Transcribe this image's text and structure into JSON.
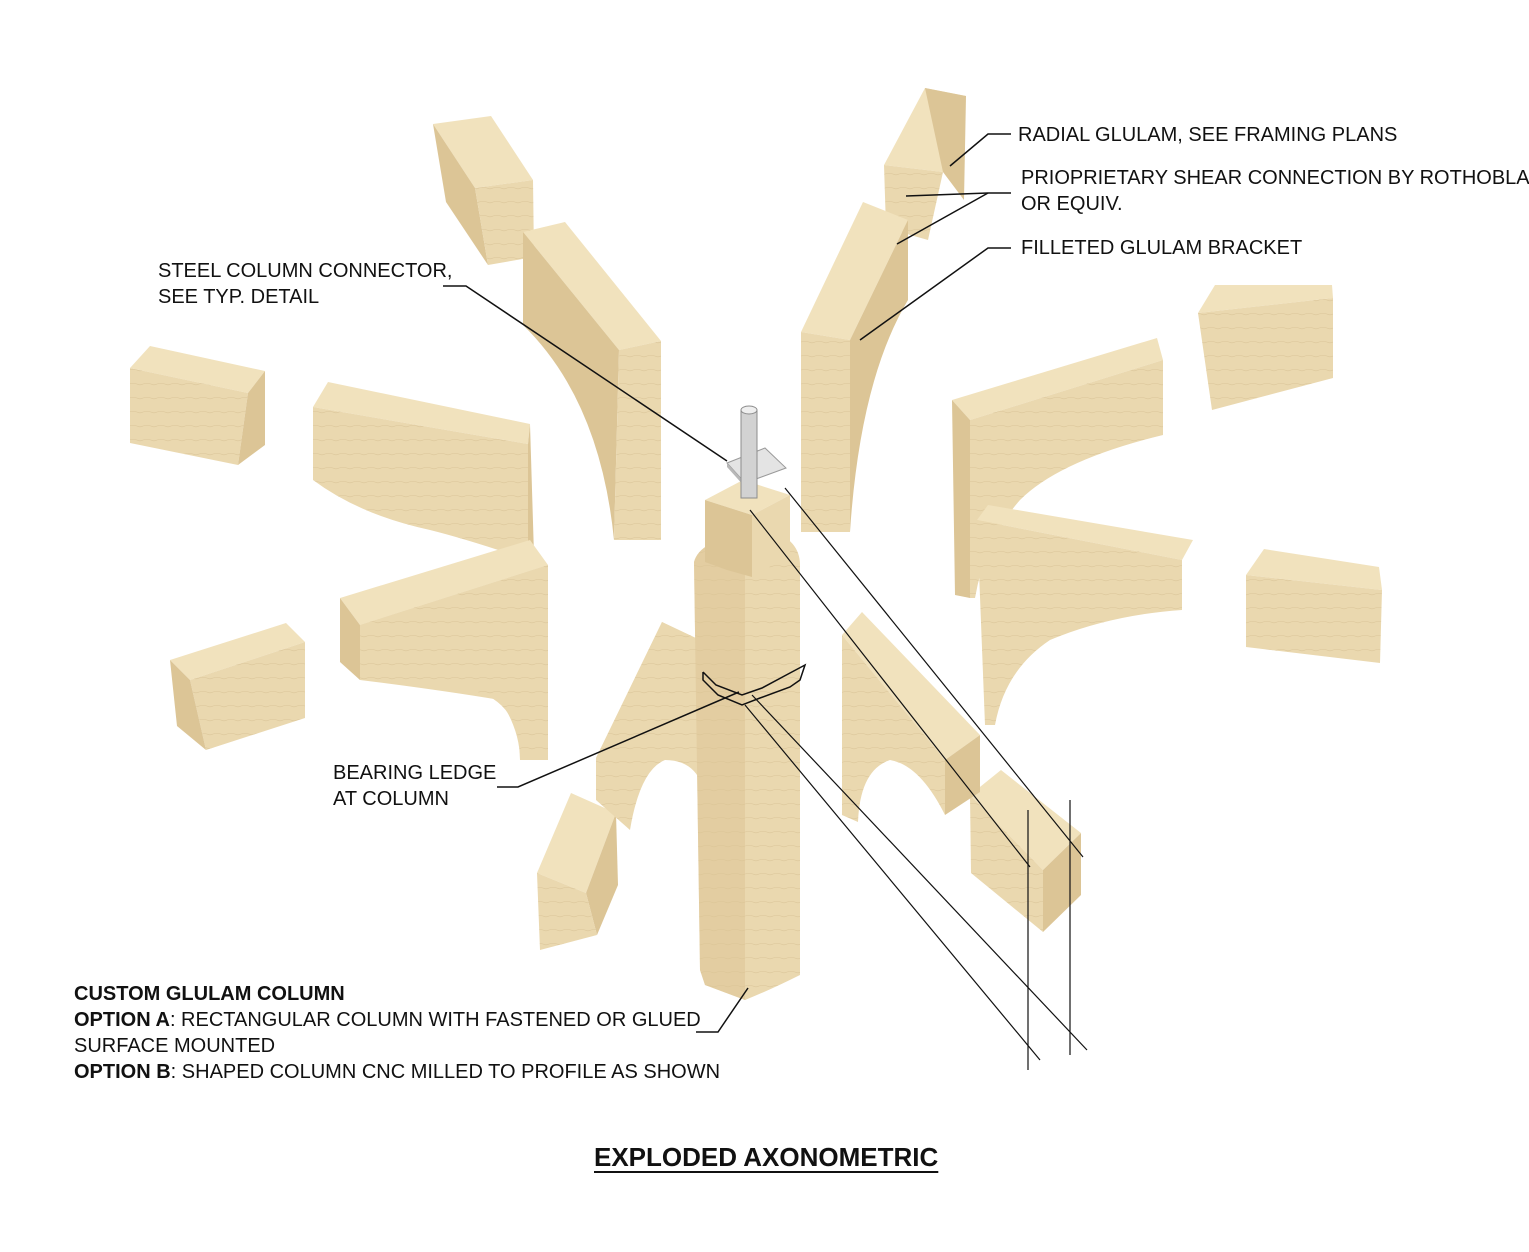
{
  "title": "EXPLODED AXONOMETRIC",
  "annotations": {
    "radial_glulam": "RADIAL GLULAM, SEE FRAMING PLANS",
    "shear_connection_line1": "PRIOPRIETARY SHEAR CONNECTION BY ROTHOBLAS",
    "shear_connection_line2": "OR EQUIV.",
    "filleted_bracket": "FILLETED GLULAM BRACKET",
    "steel_connector_line1": "STEEL COLUMN CONNECTOR,",
    "steel_connector_line2": "SEE TYP. DETAIL",
    "bearing_ledge_line1": "BEARING LEDGE",
    "bearing_ledge_line2": "AT COLUMN"
  },
  "column_note": {
    "heading": "CUSTOM GLULAM COLUMN",
    "option_a_label": "OPTION A",
    "option_a_text": ": RECTANGULAR COLUMN WITH  FASTENED OR GLUED",
    "option_a_text2": "SURFACE MOUNTED",
    "option_b_label": "OPTION B",
    "option_b_text": ": SHAPED COLUMN CNC MILLED TO PROFILE AS SHOWN"
  },
  "colors": {
    "wood_top": "#f1e2bd",
    "wood_light": "#ead8af",
    "wood_side": "#dcc596",
    "wood_dark": "#cdb382",
    "line": "#111111",
    "steel": "#d8d8d8"
  }
}
